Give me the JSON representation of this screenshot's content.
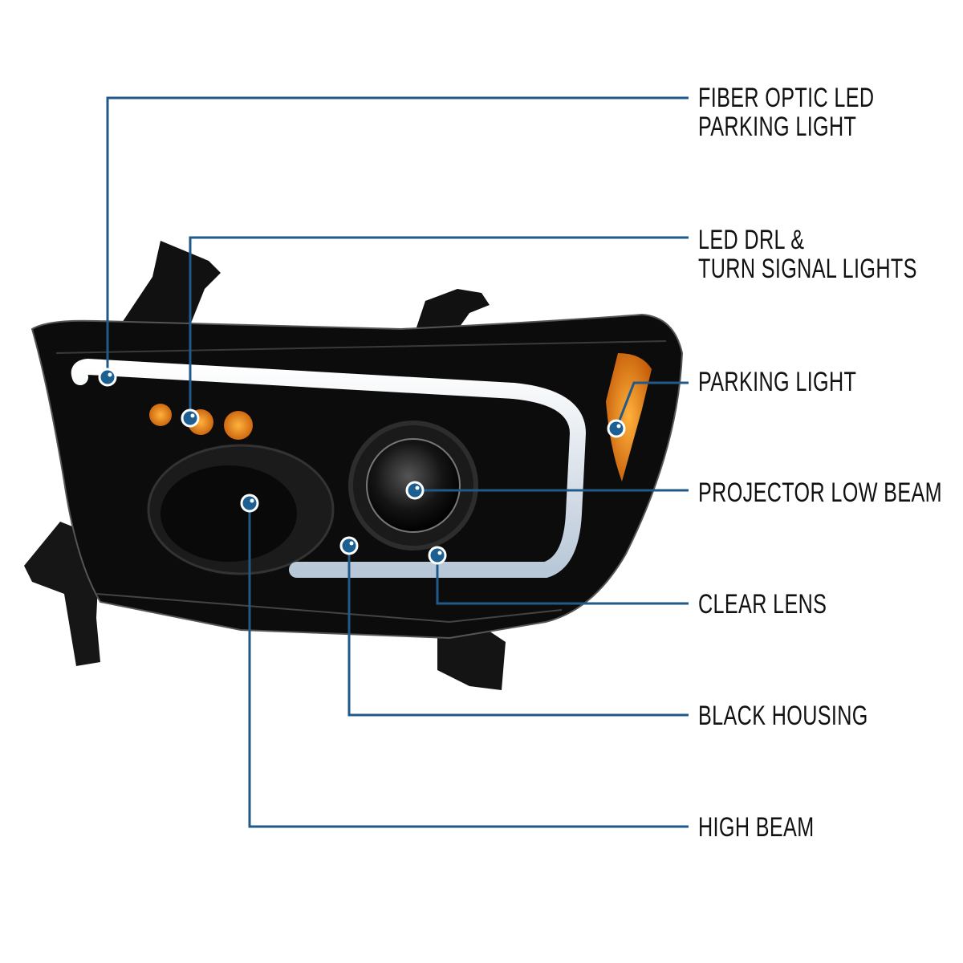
{
  "colors": {
    "callout_line": "#1f5a8a",
    "dot": "#1c5f92",
    "amber": "#f08a1c",
    "housing": "#0c0c0c"
  },
  "callouts": [
    {
      "id": "fiber-optic-led-parking-light",
      "lines": [
        "FIBER OPTIC LED",
        "PARKING LIGHT"
      ]
    },
    {
      "id": "led-drl-turn-signal",
      "lines": [
        "LED DRL &",
        "TURN SIGNAL LIGHTS"
      ]
    },
    {
      "id": "parking-light",
      "lines": [
        "PARKING LIGHT"
      ]
    },
    {
      "id": "projector-low-beam",
      "lines": [
        "PROJECTOR LOW BEAM"
      ]
    },
    {
      "id": "clear-lens",
      "lines": [
        "CLEAR LENS"
      ]
    },
    {
      "id": "black-housing",
      "lines": [
        "BLACK HOUSING"
      ]
    },
    {
      "id": "high-beam",
      "lines": [
        "HIGH BEAM"
      ]
    }
  ]
}
